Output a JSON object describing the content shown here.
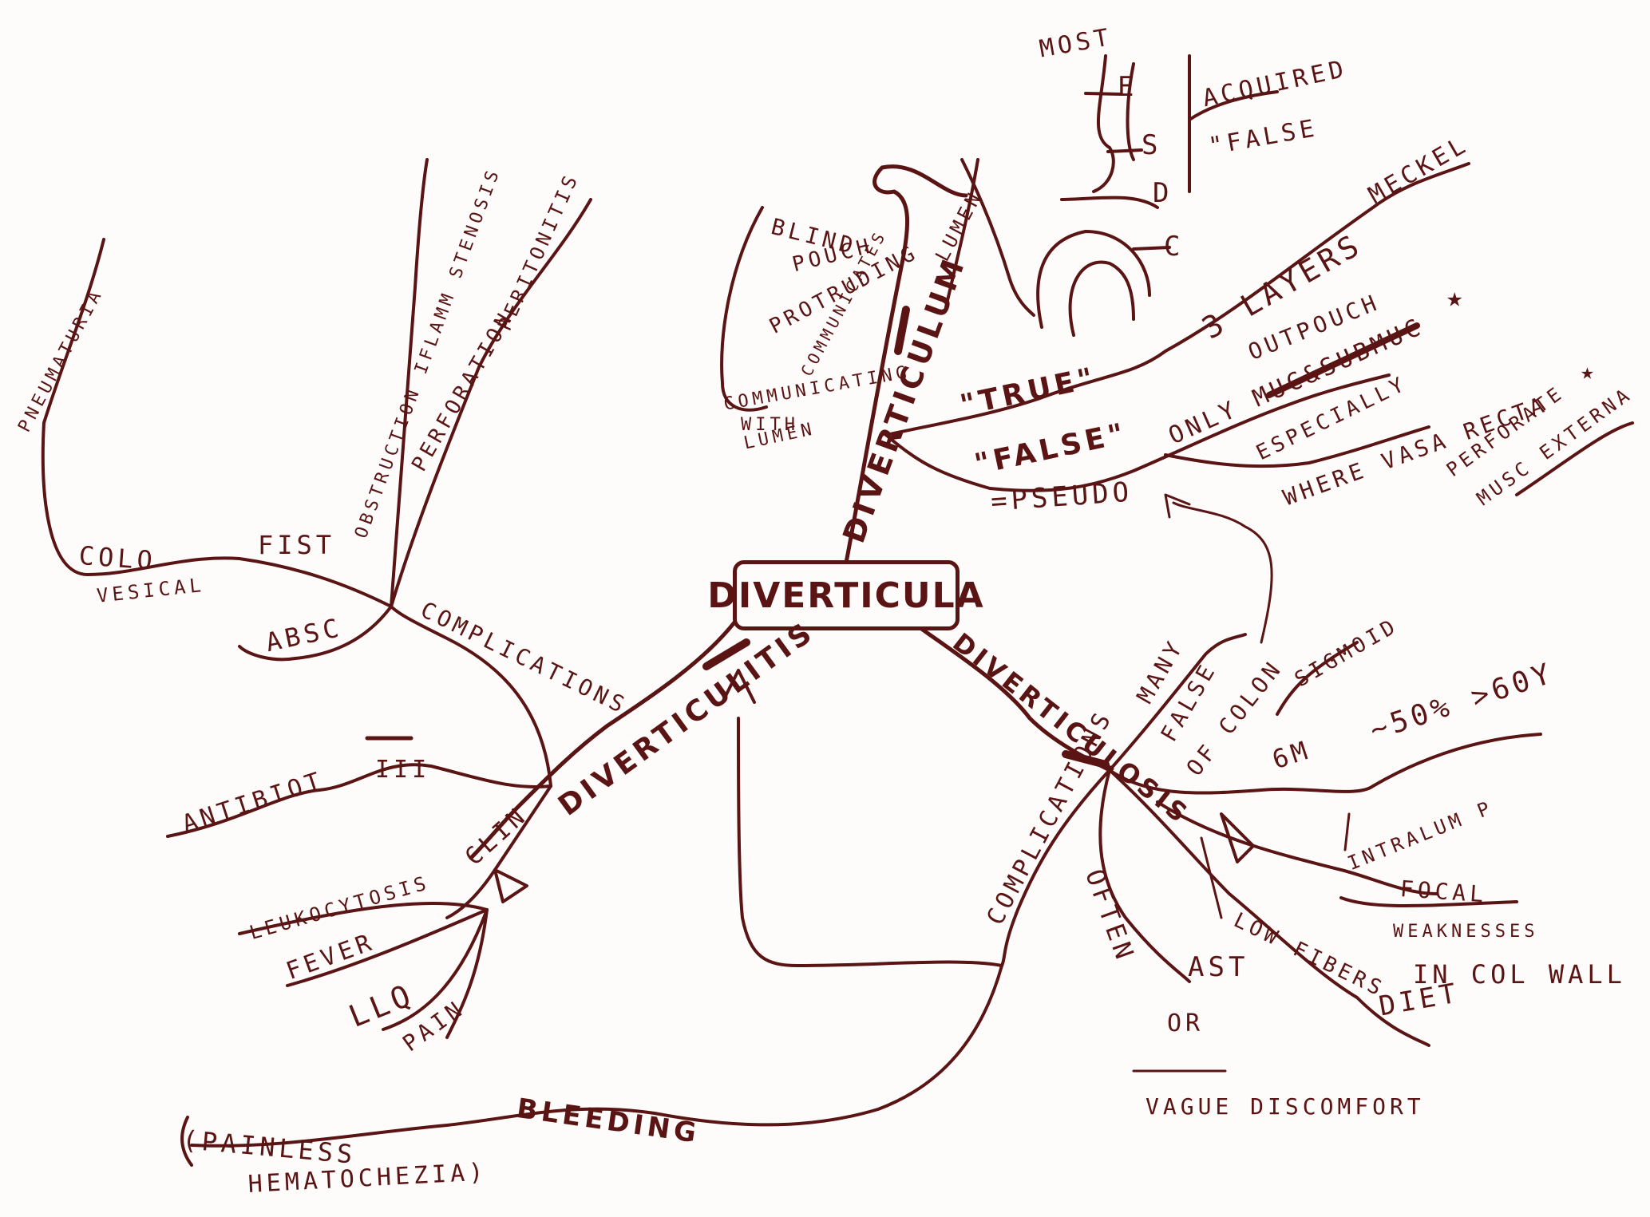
{
  "colors": {
    "ink": "#5a1414",
    "ink_dark": "#3a0c0c",
    "paper": "#fdfcfb"
  },
  "central": "DIVERTICULA",
  "branches": {
    "diverticulum": "DIVERTICULUM",
    "diverticulitis": "DIVERTICULITIS",
    "diverticulosis": "DIVERTICULOSIS"
  },
  "diverticulum": {
    "blind": "BLIND",
    "pouch": "POUCH",
    "protruding": "PROTRUDING",
    "communicates": "COMMUNICATES",
    "communicating": "COMMUNICATING",
    "with": "WITH",
    "lumen_left": "LUMEN",
    "lumen_right": "LUMEN",
    "most": "MOST",
    "organs": [
      "E",
      "S",
      "D",
      "C"
    ],
    "acquired": "ACQUIRED",
    "false_quote": "\"FALSE",
    "true_label": "\"TRUE\"",
    "three_layers": "3 LAYERS",
    "meckel": "MECKEL",
    "outpouch": "OUTPOUCH",
    "false_label": "\"FALSE\"",
    "only_musc_submuc": "ONLY MUC&SUBMUC",
    "pseudo": "=PSEUDO",
    "especially": "ESPECIALLY",
    "where_vasa_recta": "WHERE VASA RECTA",
    "perforate": "PERFORATE",
    "musc_externa": "MUSC EXTERNA",
    "star": "★"
  },
  "diverticulitis": {
    "complications": "COMPLICATIONS",
    "fist": "FIST",
    "colo": "COLO",
    "vesical": "VESICAL",
    "pneumaturia": "PNEUMATURIA",
    "obstruction": "OBSTRUCTION IFLAMM STENOSIS",
    "perforation": "PERFORATION",
    "peritonitis": "PERITONITIS",
    "abscess": "ABSC",
    "antibiotics": "ANTIBIOT",
    "iii": "III",
    "clinical": "CLIN",
    "leukocytosis": "LEUKOCYTOSIS",
    "fever": "FEVER",
    "llq": "LLQ",
    "pain": "PAIN"
  },
  "diverticulosis": {
    "many": "MANY",
    "false_colon": "FALSE",
    "of_colon": "OF COLON",
    "sigmoid": "SIGMOID",
    "sixty_percent": "6M",
    "age_range": "~50% >60Y",
    "intraluminal_p": "INTRALUM P",
    "focal": "FOCAL",
    "weaknesses": "WEAKNESSES",
    "in_col_wall": "IN COL WALL",
    "low_fibers": "LOW FIBERS",
    "diet": "DIET",
    "often": "OFTEN",
    "ast": "AST",
    "or": "OR",
    "vague_discomfort": "VAGUE DISCOMFORT",
    "complications": "COMPLICATIONS",
    "bleeding": "BLEEDING",
    "painless": "(PAINLESS",
    "hematochezia": "HEMATOCHEZIA)"
  }
}
